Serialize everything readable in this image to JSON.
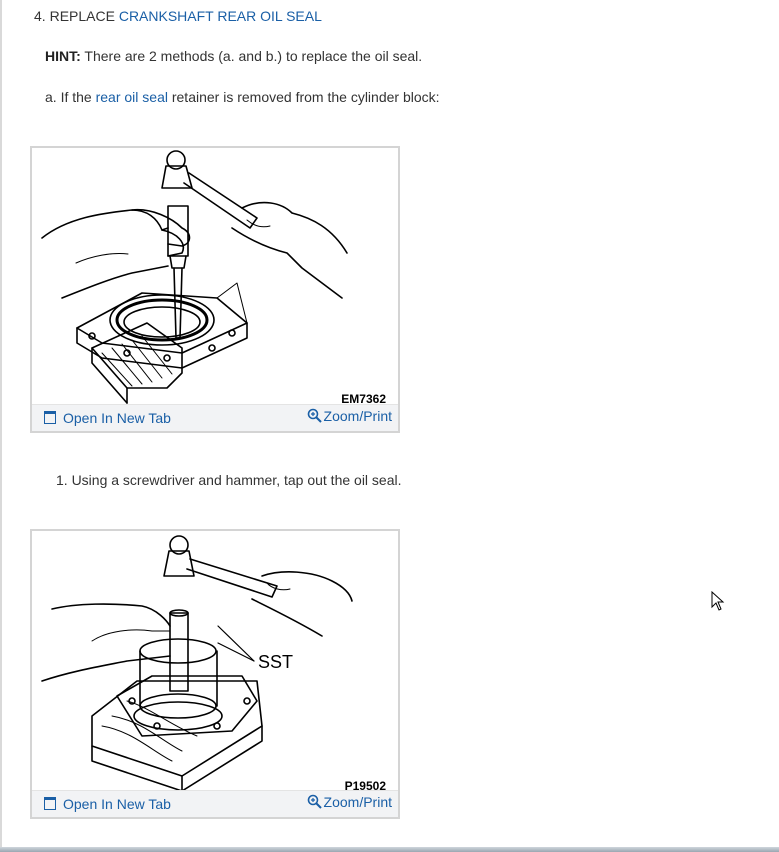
{
  "step": {
    "number": "4.",
    "prefix": "REPLACE",
    "link": "CRANKSHAFT REAR OIL SEAL"
  },
  "hint": {
    "label": "HINT:",
    "text": "There are 2 methods (a. and b.) to replace the oil seal."
  },
  "para_a": {
    "prefix": "a. If the",
    "link": "rear oil seal",
    "suffix": "retainer is removed from the cylinder block:"
  },
  "figure1": {
    "code": "EM7362",
    "open_label": "Open In New Tab",
    "zoom_label": "Zoom/Print"
  },
  "substep1": {
    "text": "1. Using a screwdriver and hammer, tap out the oil seal."
  },
  "figure2": {
    "code": "P19502",
    "callout": "SST",
    "open_label": "Open In New Tab",
    "zoom_label": "Zoom/Print"
  },
  "colors": {
    "link": "#1a5fa6",
    "text": "#333333",
    "figure_border": "#d4d4d4",
    "figure_bar": "#f2f3f5"
  }
}
